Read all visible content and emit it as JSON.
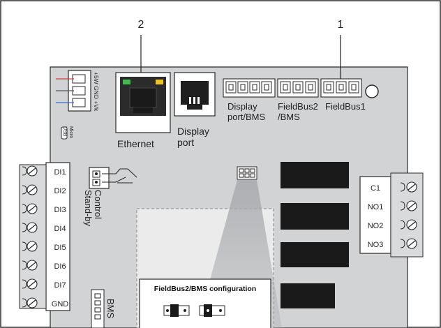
{
  "callouts": {
    "one": "1",
    "two": "2"
  },
  "board": {
    "power_pins": "+5W GND +Vk",
    "ethernet": "Ethernet",
    "display_port": [
      "Display",
      "port"
    ],
    "display_port_bms": [
      "Display",
      "port/BMS"
    ],
    "fieldbus2_bms": [
      "FieldBus2",
      "/BMS"
    ],
    "fieldbus1": "FieldBus1",
    "micro_usb": [
      "Micro",
      "USB"
    ],
    "control_standby": [
      "Control",
      "Stand-by"
    ],
    "digital_inputs": [
      "DI1",
      "DI2",
      "DI3",
      "DI4",
      "DI5",
      "DI6",
      "DI7",
      "GND"
    ],
    "relay_outputs": [
      "C1",
      "NO1",
      "NO2",
      "NO3"
    ],
    "bms_connector": "BMS",
    "config_panel_title": "FieldBus2/BMS configuration"
  },
  "colors": {
    "board": "#d2d3d5",
    "outline": "#2a2a2a",
    "relay": "#1a1a1a",
    "led_green": "#3fbf4a",
    "led_yellow": "#f0c419",
    "wire_red": "#d93a3a",
    "wire_blue": "#3a6fd9",
    "fade_panel": "#b9babd"
  }
}
